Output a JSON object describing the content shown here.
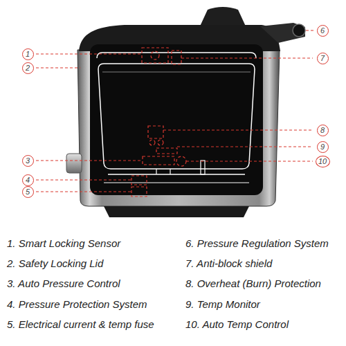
{
  "diagram": {
    "nodes": [
      {
        "text": [
          "1"
        ]
      },
      {
        "text": [
          "2"
        ]
      },
      {
        "text": [
          "3"
        ]
      },
      {
        "text": [
          "4"
        ]
      },
      {
        "text": [
          "5"
        ]
      },
      {
        "text": [
          "6"
        ]
      },
      {
        "text": [
          "7"
        ]
      },
      {
        "text": [
          "8"
        ]
      },
      {
        "text": [
          "9"
        ]
      },
      {
        "text": [
          "10"
        ]
      }
    ],
    "labels": [
      "1. Smart Locking Sensor",
      "2. Safety Locking Lid",
      "3. Auto Pressure Control",
      "4. Pressure Protection System",
      "5. Electrical current & temp fuse",
      "6. Pressure Regulation System",
      "7. Anti-block shield",
      "8. Overheat (Burn) Protection",
      "9. Temp Monitor",
      "10. Auto Temp Control"
    ]
  }
}
